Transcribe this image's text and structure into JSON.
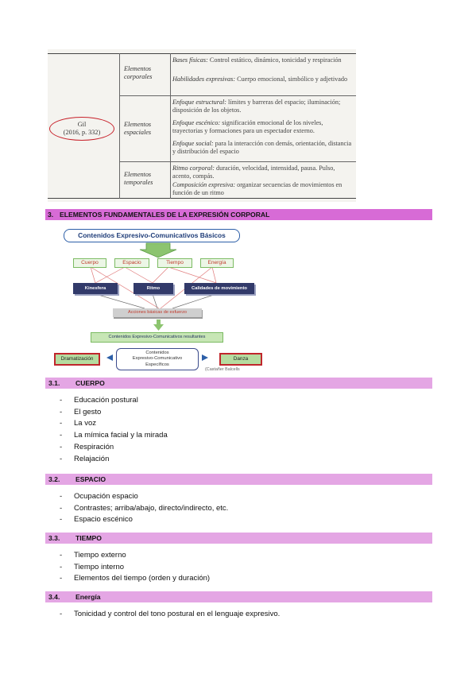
{
  "table": {
    "author": "Gil",
    "author_ref": "(2016, p. 332)",
    "rows": [
      {
        "category": [
          "Elementos",
          "corporales"
        ],
        "items": [
          {
            "label": "Bases físicas:",
            "text": " Control estático, dinámico, tonicidad y res­piración"
          },
          {
            "label": "Habilidades expresivas:",
            "text": " Cuerpo emocional, simbólico y adjetivado"
          }
        ]
      },
      {
        "category": [
          "Elementos",
          "espaciales"
        ],
        "items": [
          {
            "label": "Enfoque estructural:",
            "text": " límites y barreras del espacio; ilumi­nación; disposición de los objetos."
          },
          {
            "label": "Enfoque escénico:",
            "text": " significación emocional de los niveles, trayectorias y formaciones para un espectador externo."
          },
          {
            "label": "Enfoque social:",
            "text": " para la interacción con demás, orienta­ción, distancia y distribución del espacio"
          }
        ]
      },
      {
        "category": [
          "Elementos",
          "temporales"
        ],
        "items": [
          {
            "label": "Ritmo corporal:",
            "text": " duración, velocidad, intensidad, pausa. Pulso, acento, compás."
          },
          {
            "label": "Composición expresiva:",
            "text": " organizar secuencias de movi­mientos en función de un ritmo"
          }
        ]
      }
    ]
  },
  "section3": {
    "num": "3.",
    "title": "ELEMENTOS FUNDAMENTALES DE LA EXPRESIÓN CORPORAL"
  },
  "diagram": {
    "title": "Contenidos Expresivo-Comunicativos Básicos",
    "elements": [
      "Cuerpo",
      "Espacio",
      "Tiempo",
      "Energía"
    ],
    "blocks": [
      "Kinesfera",
      "Ritmo",
      "Calidades de movimiento"
    ],
    "actions": "Acciones básicas de esfuerzo",
    "resulting": "Contenidos Expresivo-Comunicativos resultantes",
    "left_box": "Dramatización",
    "right_box": "Danza",
    "center": [
      "Contenidos",
      "Expresivo-Comunicativo",
      "Específicos"
    ],
    "note": "(Castañer Balcells"
  },
  "sections": [
    {
      "num": "3.1.",
      "title": "CUERPO",
      "items": [
        "Educación postural",
        "El gesto",
        " La voz",
        " La mímica facial y la mirada",
        "Respiración",
        "Relajación"
      ]
    },
    {
      "num": "3.2.",
      "title": "ESPACIO",
      "items": [
        "Ocupación espacio",
        "Contrastes; arriba/abajo, directo/indirecto, etc.",
        "Espacio escénico"
      ]
    },
    {
      "num": "3.3.",
      "title": "TIEMPO",
      "items": [
        "Tiempo externo",
        "Tiempo interno",
        "Elementos del tiempo (orden y duración)"
      ]
    },
    {
      "num": "3.4.",
      "title": "Energía",
      "items": [
        "Tonicidad y control del tono postural en el lenguaje expresivo."
      ]
    }
  ],
  "colors": {
    "section_main": "#d76bd6",
    "section_sub": "#e4a6e4",
    "diagram_blue": "#2d5fa8",
    "diagram_dark": "#323a6a",
    "accent_red": "#c0262c"
  }
}
